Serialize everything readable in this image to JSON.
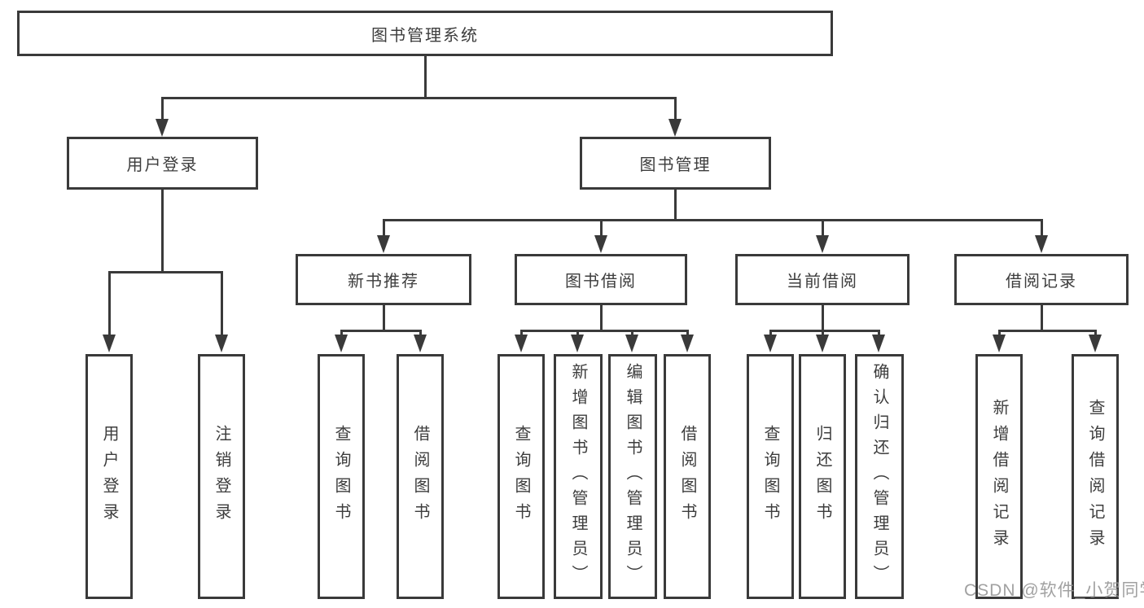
{
  "nodes": {
    "root": "图书管理系统",
    "userLogin": "用户登录",
    "bookMgmt": "图书管理",
    "newBookRec": "新书推荐",
    "bookBorrow": "图书借阅",
    "currentBorrow": "当前借阅",
    "borrowRecord": "借阅记录",
    "leafUserLogin": "用户登录",
    "leafLogout": "注销登录",
    "leafQueryBook1": "查询图书",
    "leafBorrowBook1": "借阅图书",
    "leafQueryBook2": "查询图书",
    "leafAddBook": "新增图书（管理员）",
    "leafEditBook": "编辑图书（管理员）",
    "leafBorrowBook2": "借阅图书",
    "leafQueryBook3": "查询图书",
    "leafReturnBook": "归还图书",
    "leafConfirmReturn": "确认归还（管理员）",
    "leafAddRecord": "新增借阅记录",
    "leafQueryRecord": "查询借阅记录"
  },
  "hierarchy": {
    "图书管理系统": {
      "用户登录": [
        "用户登录",
        "注销登录"
      ],
      "图书管理": {
        "新书推荐": [
          "查询图书",
          "借阅图书"
        ],
        "图书借阅": [
          "查询图书",
          "新增图书（管理员）",
          "编辑图书（管理员）",
          "借阅图书"
        ],
        "当前借阅": [
          "查询图书",
          "归还图书",
          "确认归还（管理员）"
        ],
        "借阅记录": [
          "新增借阅记录",
          "查询借阅记录"
        ]
      }
    }
  },
  "watermark": "CSDN @软件_小贺同学",
  "colors": {
    "line": "#3a3a3a",
    "text": "#3d3d3d",
    "watermark": "#949494",
    "background": "#ffffff"
  }
}
